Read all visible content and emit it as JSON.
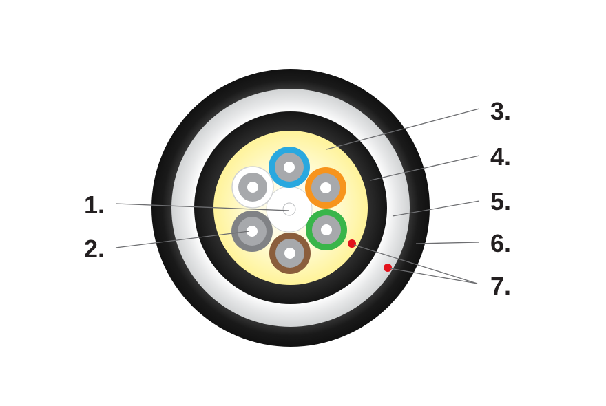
{
  "diagram": {
    "callouts": [
      {
        "id": "1",
        "label": "1."
      },
      {
        "id": "2",
        "label": "2."
      },
      {
        "id": "3",
        "label": "3."
      },
      {
        "id": "4",
        "label": "4."
      },
      {
        "id": "5",
        "label": "5."
      },
      {
        "id": "6",
        "label": "6."
      },
      {
        "id": "7",
        "label": "7."
      }
    ],
    "colors": {
      "outer_jacket": "#231f20",
      "inner_jacket": "#231f20",
      "white_layer": "#f5f5f5",
      "gel_fill": "#fff7b0",
      "central_member": "#ffffff",
      "ripcord": "#e3121b",
      "tube_blue": "#29a8df",
      "tube_orange": "#f7941d",
      "tube_green": "#39b54a",
      "tube_brown": "#8b5e3c",
      "tube_gray": "#808285",
      "tube_white": "#ffffff",
      "fiber_gray": "#a7a9ac"
    }
  }
}
